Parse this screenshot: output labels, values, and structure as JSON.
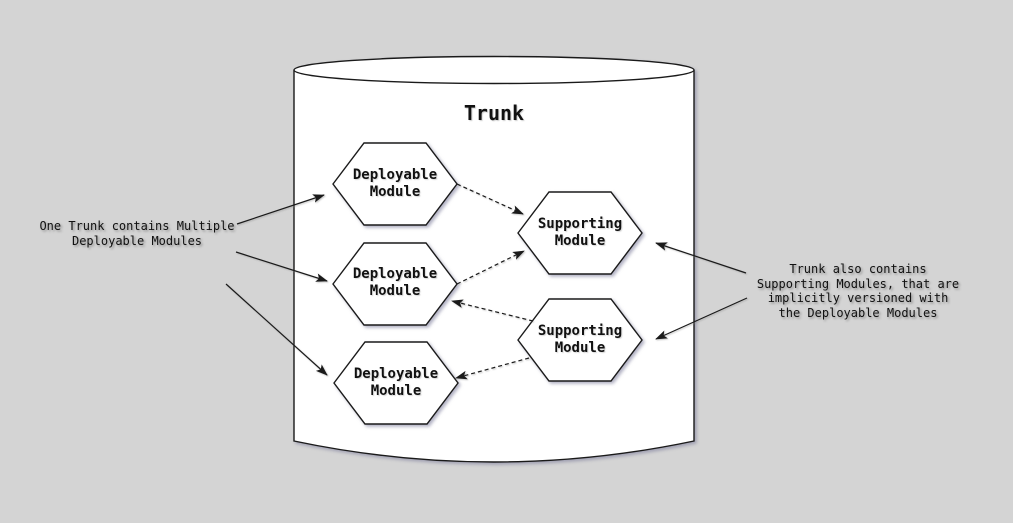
{
  "diagram": {
    "kind": "module-trunk-diagram",
    "container": {
      "id": "trunk",
      "shape": "cylinder",
      "label": "Trunk"
    },
    "nodes": [
      {
        "id": "deployable-module-1",
        "shape": "hexagon",
        "label": "Deployable\nModule"
      },
      {
        "id": "deployable-module-2",
        "shape": "hexagon",
        "label": "Deployable\nModule"
      },
      {
        "id": "deployable-module-3",
        "shape": "hexagon",
        "label": "Deployable\nModule"
      },
      {
        "id": "supporting-module-1",
        "shape": "hexagon",
        "label": "Supporting\nModule"
      },
      {
        "id": "supporting-module-2",
        "shape": "hexagon",
        "label": "Supporting\nModule"
      }
    ],
    "edges": [
      {
        "from": "deployable-module-1",
        "to": "supporting-module-1",
        "style": "dashed-arrow"
      },
      {
        "from": "deployable-module-2",
        "to": "supporting-module-1",
        "style": "dashed-arrow"
      },
      {
        "from": "supporting-module-2",
        "to": "deployable-module-2",
        "style": "dashed-arrow"
      },
      {
        "from": "supporting-module-2",
        "to": "deployable-module-3",
        "style": "dashed-arrow"
      }
    ],
    "annotations": {
      "left": {
        "text": "One Trunk contains Multiple\nDeployable Modules",
        "points_to": [
          "deployable-module-1",
          "deployable-module-2",
          "deployable-module-3"
        ]
      },
      "right": {
        "text": "Trunk also contains\nSupporting Modules, that are\nimplicitly versioned with\nthe Deployable Modules",
        "points_to": [
          "supporting-module-1",
          "supporting-module-2"
        ]
      }
    },
    "colors": {
      "background": "#d4d4d4",
      "shape_fill": "#ffffff",
      "stroke": "#1a1a1a",
      "shadow": "#7d7d9b"
    }
  }
}
